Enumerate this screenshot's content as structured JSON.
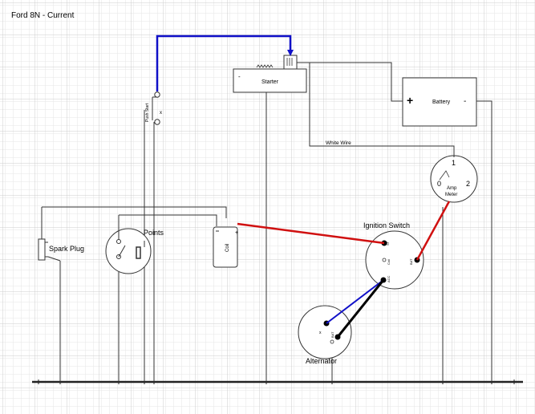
{
  "title": "Ford 8N - Current",
  "components": {
    "starter": {
      "label": "Starter",
      "terminal_minus": "-"
    },
    "battery": {
      "label": "Battery",
      "plus": "+",
      "minus": "-"
    },
    "push_button": {
      "label": "Push Start",
      "mark": "x"
    },
    "amp_meter": {
      "label_line1": "Amp",
      "label_line2": "Meter",
      "scale_0": "0",
      "scale_1": "1",
      "scale_2": "2"
    },
    "spark_plug": {
      "label": "Spark Plug"
    },
    "points": {
      "label": "Points"
    },
    "coil": {
      "label": "Coil",
      "plus": "+"
    },
    "ignition_switch": {
      "label": "Ignition Switch",
      "term_st": "ST",
      "term_coil": "Coil",
      "term_acc": "ACC",
      "term_bat": "BAT"
    },
    "alternator": {
      "label": "Alternator",
      "term_x": "x",
      "term_bat": "BAT"
    }
  },
  "wires": {
    "white_wire": "White Wire"
  },
  "colors": {
    "grid_minor": "#e3e3e3",
    "grid_major": "#cfcfcf",
    "wire": "#333333",
    "blue_wire": "#1010c8",
    "red_wire": "#d01010",
    "black_wire": "#000000",
    "terminal": "#000000"
  }
}
